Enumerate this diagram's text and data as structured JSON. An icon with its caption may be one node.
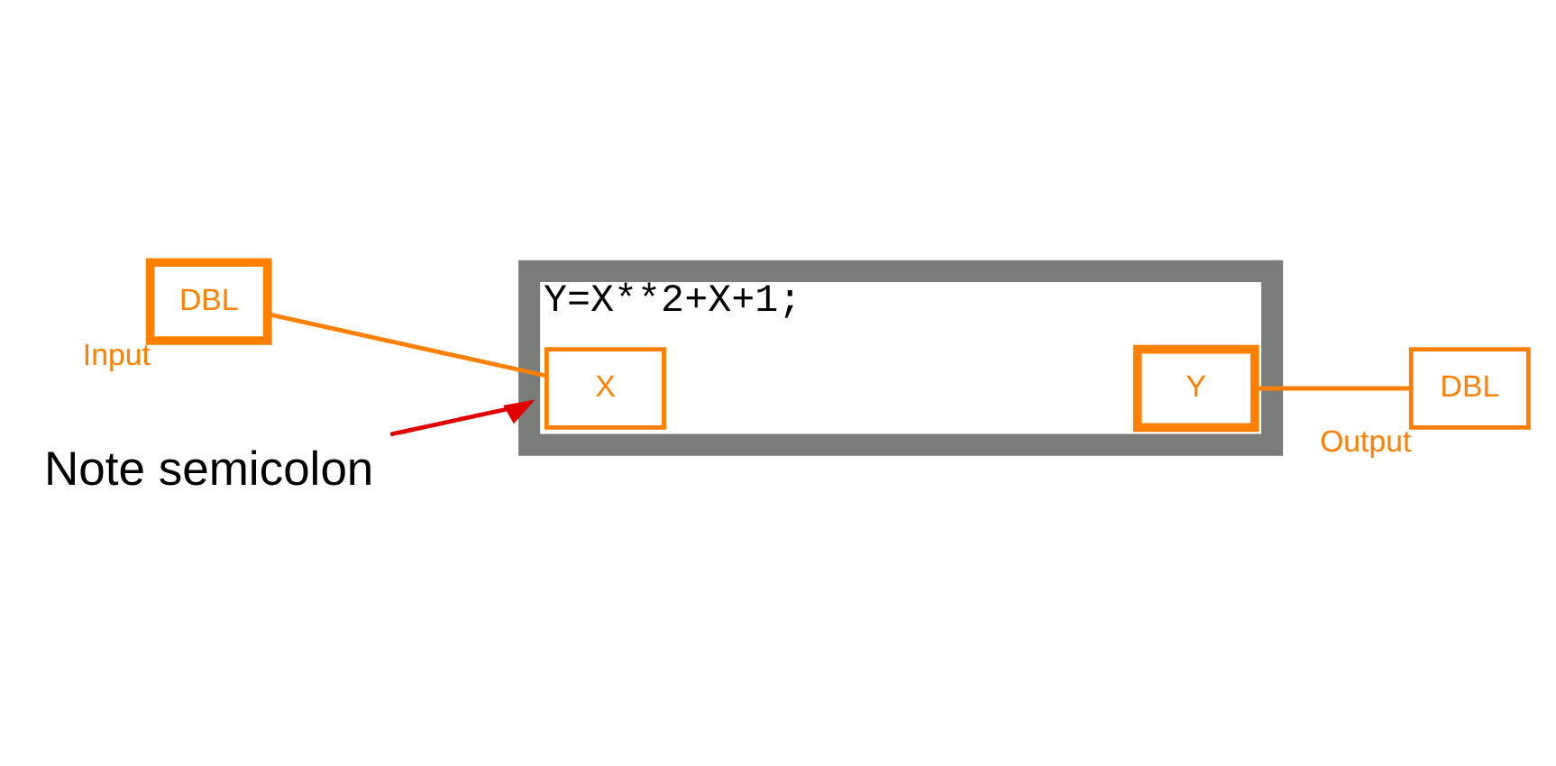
{
  "diagram": {
    "nodes": [
      {
        "text": [
          "DBL"
        ],
        "beside": [
          "Input"
        ]
      },
      {
        "text": [
          "Y=X**2+X+1;"
        ]
      },
      {
        "text": [
          "X"
        ],
        "in": 1
      },
      {
        "text": [
          "Y"
        ],
        "in": 1
      },
      {
        "text": [
          "DBL"
        ],
        "beside": [
          "Output"
        ]
      },
      {
        "text": [
          "Note semicolon"
        ]
      }
    ],
    "edges": [
      {
        "from": 0,
        "to": 2,
        "arrow": "none"
      },
      {
        "from": 3,
        "to": 4,
        "arrow": "none"
      },
      {
        "from": 5,
        "to": 1,
        "arrow": "to",
        "color": "#e00000"
      }
    ]
  }
}
